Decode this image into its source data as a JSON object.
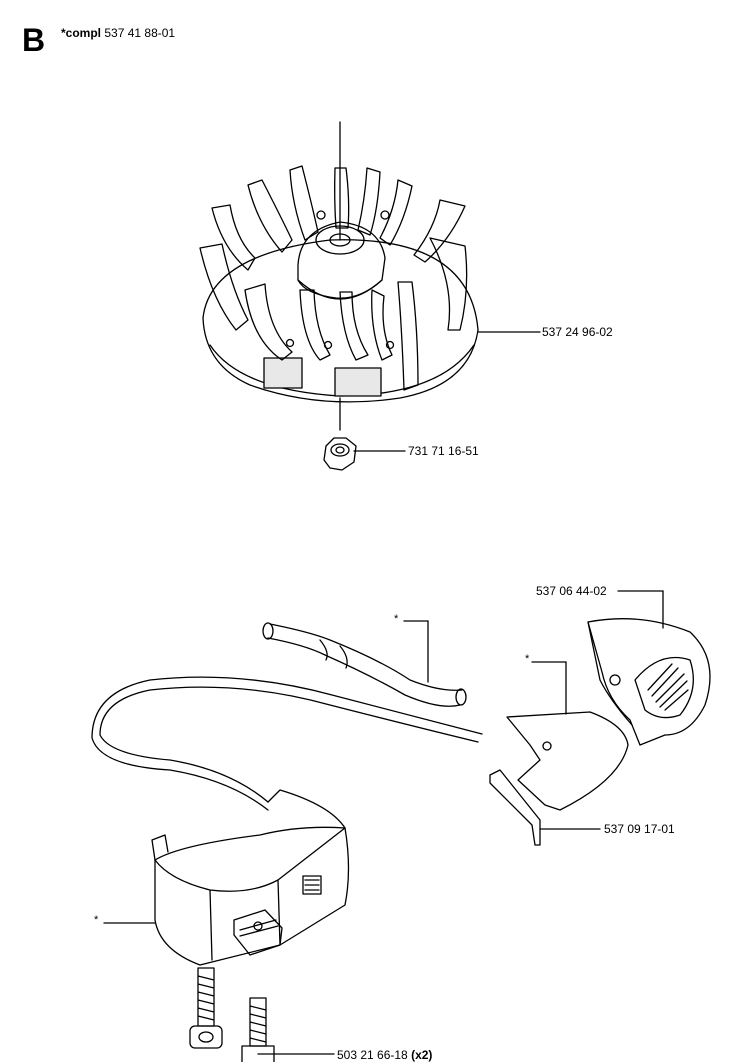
{
  "header": {
    "section_letter": "B",
    "kit_prefix": "*compl",
    "kit_number": "537 41 88-01"
  },
  "callouts": {
    "flywheel": "537 24 96-02",
    "nut": "731 71 16-51",
    "cover": "537 06 44-02",
    "plate": "537 09 17-01",
    "screw": "503 21 66-18",
    "screw_qty": "(x2)"
  },
  "markers": {
    "hose": "*",
    "plate": "*",
    "ignition_module": "*"
  }
}
